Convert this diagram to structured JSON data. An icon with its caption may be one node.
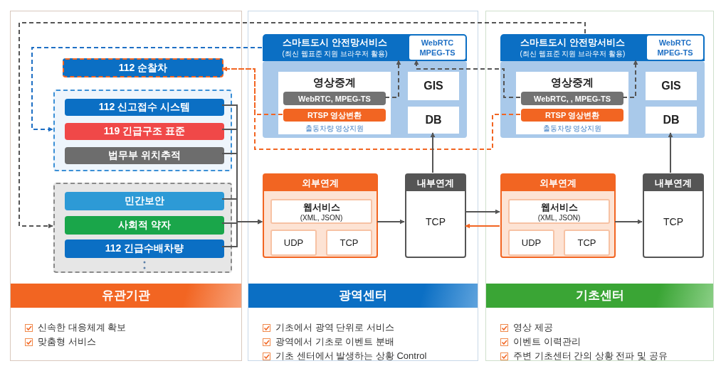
{
  "diagram": {
    "nodes": [
      {
        "text": [
          "유관기관",
          "신속한 대응체계 확보",
          "맞춤형 서비스"
        ]
      },
      {
        "text": [
          "112 순찰차"
        ],
        "in": 0
      },
      {
        "text": [],
        "shape": "box",
        "in": 0
      },
      {
        "text": [
          "112 신고접수 시스템"
        ],
        "in": 2
      },
      {
        "text": [
          "119 긴급구조 표준"
        ],
        "in": 2
      },
      {
        "text": [
          "법무부 위치추적"
        ],
        "in": 2
      },
      {
        "text": [],
        "shape": "box",
        "in": 0
      },
      {
        "text": [
          "민간보안"
        ],
        "in": 6
      },
      {
        "text": [
          "사회적 약자"
        ],
        "in": 6
      },
      {
        "text": [
          "112 긴급수배차량"
        ],
        "in": 6
      },
      {
        "text": [
          "광역센터",
          "기초에서 광역 단위로 서비스",
          "광역에서 기초로 이벤트 분배",
          "기초 센터에서 발생하는 상황 Control"
        ]
      },
      {
        "text": [
          "스마트도시 안전망서비스",
          "(최신 웹표준 지원 브라우저 활용)"
        ],
        "in": 10
      },
      {
        "text": [
          "WebRTC MPEG-TS"
        ],
        "in": 11
      },
      {
        "text": [],
        "shape": "box",
        "in": 10
      },
      {
        "text": [
          "영상중계",
          "출동차량 영상지원"
        ],
        "in": 13
      },
      {
        "text": [
          "WebRTC, MPEG-TS"
        ],
        "in": 14
      },
      {
        "text": [
          "RTSP 영상변환"
        ],
        "in": 14
      },
      {
        "text": [
          "GIS"
        ],
        "in": 13
      },
      {
        "text": [
          "DB"
        ],
        "in": 13
      },
      {
        "text": [
          "외부연계"
        ],
        "in": 10
      },
      {
        "text": [
          "웹서비스",
          "(XML, JSON)"
        ],
        "in": 19
      },
      {
        "text": [
          "UDP"
        ],
        "in": 19
      },
      {
        "text": [
          "TCP"
        ],
        "in": 19
      },
      {
        "text": [
          "내부연계",
          "TCP"
        ],
        "in": 10
      },
      {
        "text": [
          "기초센터",
          "영상 제공",
          "이벤트 이력관리",
          "주변 기초센터 간의 상황 전파 및 공유"
        ]
      },
      {
        "text": [
          "스마트도시 안전망서비스",
          "(최신 웹표준 지원 브라우저 활용)"
        ],
        "in": 24
      },
      {
        "text": [
          "WebRTC MPEG-TS"
        ],
        "in": 25
      },
      {
        "text": [],
        "shape": "box",
        "in": 24
      },
      {
        "text": [
          "영상중계",
          "출동차량 영상지원"
        ],
        "in": 27
      },
      {
        "text": [
          "WebRTC, , MPEG-TS"
        ],
        "in": 28
      },
      {
        "text": [
          "RTSP 영상변환"
        ],
        "in": 28
      },
      {
        "text": [
          "GIS"
        ],
        "in": 27
      },
      {
        "text": [
          "DB"
        ],
        "in": 27
      },
      {
        "text": [
          "외부연계"
        ],
        "in": 24
      },
      {
        "text": [
          "웹서비스",
          "(XML, JSON)"
        ],
        "in": 33
      },
      {
        "text": [
          "UDP"
        ],
        "in": 33
      },
      {
        "text": [
          "TCP"
        ],
        "in": 33
      },
      {
        "text": [
          "내부연계",
          "TCP"
        ],
        "in": 24
      }
    ],
    "edges": [
      {
        "from": 25,
        "to": 6,
        "arrow": "to",
        "style": "dashed"
      },
      {
        "from": 11,
        "to": 2,
        "arrow": "to",
        "style": "dashed",
        "color": "#1e6fc4"
      },
      {
        "from": 30,
        "to": 1,
        "arrow": "to",
        "style": "dashed",
        "color": "#f26522"
      },
      {
        "from": 16,
        "to": 1,
        "arrow": "to",
        "style": "dashed",
        "color": "#f26522"
      },
      {
        "from": 15,
        "to": 11,
        "arrow": "to",
        "style": "dashed"
      },
      {
        "from": 29,
        "to": 11,
        "arrow": "to",
        "style": "dashed"
      },
      {
        "from": 29,
        "to": 25,
        "arrow": "to",
        "style": "dashed"
      },
      {
        "from": 3,
        "to": 19,
        "arrow": "to"
      },
      {
        "from": 4,
        "to": 19,
        "arrow": "to"
      },
      {
        "from": 5,
        "to": 19,
        "arrow": "to"
      },
      {
        "from": 7,
        "to": 19,
        "arrow": "to"
      },
      {
        "from": 8,
        "to": 19,
        "arrow": "to"
      },
      {
        "from": 9,
        "to": 19,
        "arrow": "to"
      },
      {
        "from": 19,
        "to": 23,
        "arrow": "to"
      },
      {
        "from": 23,
        "to": 33,
        "arrow": "to"
      },
      {
        "from": 33,
        "to": 23,
        "arrow": "to",
        "color": "#f26522"
      },
      {
        "from": 23,
        "to": 18,
        "arrow": "to"
      },
      {
        "from": 33,
        "to": 37,
        "arrow": "to"
      },
      {
        "from": 37,
        "to": 32,
        "arrow": "to"
      }
    ]
  }
}
